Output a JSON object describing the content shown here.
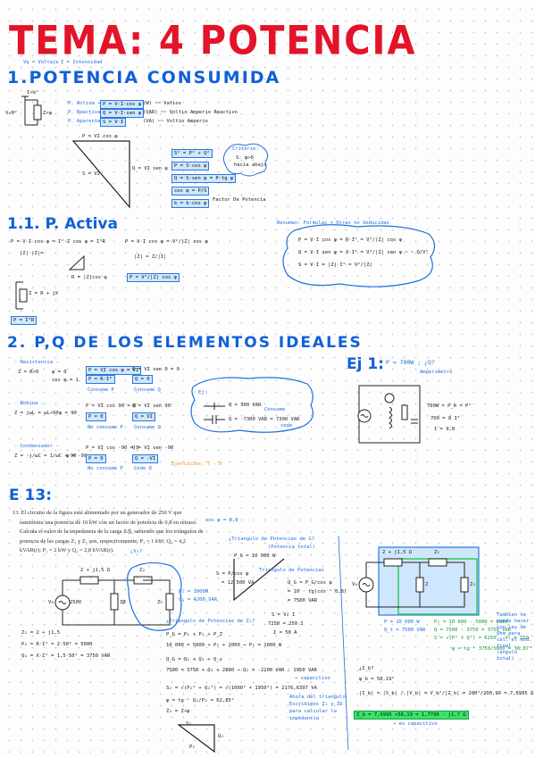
{
  "title": "TEMA: 4 POTENCIA",
  "s1": {
    "heading": "1.POTENCIA CONSUMIDA",
    "sub_labels": [
      "Vq = Voltaje",
      "I = Intensidad"
    ],
    "circuit_label_v": "V∠θ°",
    "circuit_label_z": "Z∠φ",
    "circuit_label_i": "I∠α°",
    "box_active": "P = V·I·cos φ",
    "box_reactive": "Q = V·I·sen φ",
    "box_apparent": "S = V·I",
    "label_active": "P. Activa →",
    "label_reactive": "P. Reactiva →",
    "label_apparent": "P. Aparente →",
    "unit_w": "(W) ~~ Vatios",
    "unit_var": "(VAR) ~~ Voltio Amperio Reactivo",
    "unit_va": "(VA) ~~ Voltio Amperio",
    "tri_top": "P = VI cos φ",
    "tri_side": "Q = VI sen φ",
    "tri_hyp": "S = VI",
    "b1": "S² = P² + Q²",
    "b2": "P = S·cos φ",
    "b3": "Q = S·sen φ = P·tg φ",
    "b4": "cos φ = P/S",
    "b5": "k = k·cos φ",
    "factor": "Factor De Potencia",
    "criterio": "Criterio:",
    "criterio_a": "S: φ>0",
    "criterio_b": "hacia abajo"
  },
  "s11": {
    "heading": "1.1. P. Activa",
    "f1": "P = V·I cos φ = I²·Z cos φ = I²R",
    "f2": "P = V·I cos φ = V²/|Z| cos φ",
    "f3": "|Z| = Z/|I|",
    "mid": "|Z|·|Z|=",
    "r_cos": "R = |Z|cos φ",
    "box_p_r": "P = I²R",
    "box_p_v": "P = V²/|Z| cos φ",
    "z_eq": "Z = R + jX",
    "resumen": "Resumen: Formulas + Otras no deducidas",
    "cl1": "P = V·I cos φ = R·I² = V²/|Z| cos φ",
    "cl2": "Q = V·I sen φ = X·I² = V²/|Z| sen φ ~ ~ Q/V²",
    "cl3": "S = V·I = |Z|·I² = V²/|Z|"
  },
  "s2": {
    "heading": "2. P,Q DE LOS ELEMENTOS IDEALES",
    "res_label": "- Resistencia -",
    "res_eq": "Z = R∠0",
    "res_phi": "φ = 0",
    "res_cos": "cos φ = 1",
    "res_b1": "P = VI cos φ = VI",
    "res_b2": "P = R·I²",
    "res_q": "Q = VI sen 0 = 0",
    "res_b3": "Q = 0",
    "res_c1": "Consume P",
    "res_c2": "Consume Q",
    "bob_label": "- Bobina -",
    "bob_eq": "Z = jωL = ωL∠90",
    "bob_phi": "φ = 90",
    "bob_p": "P = VI cos 90 = 0",
    "bob_b1": "P = 0",
    "bob_q": "Q = VI sen 90",
    "bob_b2": "Q = VI",
    "bob_c1": "No consume P",
    "bob_c2": "Consume Q",
    "con_label": "- Condensador -",
    "con_eq": "Z = -j/ωC = 1/ωC ∠-90",
    "con_phi": "φ = -90",
    "con_p": "P = VI cos -90 = 0",
    "con_b1": "P = 0",
    "con_q": "Q = VI sen -90",
    "con_b2": "Q = -VI",
    "con_c1": "No consume P",
    "con_c2": "Cede Q",
    "ejercicios": "Ejercicios: 7 - 9",
    "cloud_title": "Ej:",
    "cloud_l1": "Q = 300 VAR",
    "cloud_l1b": "Consume",
    "cloud_l2": "Q = -7300 VAR = 7300 VAR",
    "cloud_l2b": "cede"
  },
  "ej1": {
    "heading": "Ej 1:",
    "text": "P = 700W ; ¿Q?",
    "note": "Amperimetro",
    "f1": "700W = P_R = P²",
    "f2": "700 = 8 I²",
    "f3": "I = 9,8"
  },
  "e13": {
    "heading": "E 13:",
    "problem_lines": [
      "13. El circuito de la figura está alimentado por un generador de 250 V que",
      "suministra una potencia de 10 kW con un factor de potencia de 0,8 en retraso.",
      "Calcula el valor de la impedancia de la carga Z/β, sabiendo que los triángulos de",
      "potencia de las cargas Z₁ y Z₂ son, respectivamente: P₁ = 1 kW; Q₁ = 4,2",
      "kVAR(r); P₂ = 2 kW y Q₂ = 2,8 kVAR(r)."
    ],
    "tag_v": "¿V₀?",
    "cos_note": "cos φ = 0,8",
    "c_z": "2 + j1,5 Ω",
    "c_z2": "Z₂",
    "c_vg": "V₀",
    "c_250": "250V",
    "c_zb": "Zβ",
    "c_z1": "Z₁",
    "c_note1": "P₁ = 1000W",
    "c_note2": "Q₁ = 4200 VAR",
    "tri1_title": "¿Triangulo de Potencias de G?",
    "tri1_sub": "(Potencia total)",
    "tri1_p": "P_G = 10 000 W",
    "tri1_s": "S = P/cos φ",
    "tri1_q": "Q = 7500 VAR",
    "tri1_sv": "= 12 500 VA",
    "tri1_note": "Triangulo de Potencias",
    "tri1_qg": "Q_G = P_G/cos φ",
    "tri1_qg2": "= 10 · tg(cos⁻¹ 0,8)",
    "tri1_qg3": "= 7500 VAR",
    "sv1": "S = V₀ I",
    "sv2": "7250 = 250 I",
    "sv3": "I = 50 A",
    "l1": "Z₁ = 2 + j1,5",
    "l2": "P₁ = R·I² = 2·50² = 5000",
    "l3": "Q₁ = X·I² = 1,5·50² = 3750 VAR",
    "tri2_title": "¿Triangulo de Potencias de Z₂?",
    "m1": "P_G = P₁ + P₂ + P_Z",
    "m2": "10 000 = 5000 + P₂ + 2000 → P₂ = 1000 W",
    "m3": "Q_G = Q₁ + Q₂ + Q_z",
    "m4": "7500 = 3750 + Q₂ + 2800 → Q₂ = -2100 VAR : 1950 VAR",
    "m4b": "→ capacitivo",
    "m5": "S₂ = √(P₂² + Q₂²) = √(1000² + 1950²) = 2176,6397 VA",
    "m6": "φ = tg⁻¹ Q₂/P₂ = 62,85°",
    "m7": "Z₂ = Z∠φ",
    "tri2_s": "S₂",
    "tri2_q": "Q₂",
    "tri2_p": "P₂",
    "note_b1": "Ahora del triangulo",
    "note_b2": "Escribimos Z₂ y Zb",
    "note_b3": "para calcular la",
    "note_b4": "impedancia",
    "cr_z": "2 + j1,5 Ω",
    "cr_z1": "Z₁",
    "cr_zb": "Z",
    "cr_z2": "Z₂",
    "cr_vg": "V₀",
    "cr_l1": "P = 10 000 W",
    "cr_l2": "Q_t = 7500 VAR",
    "cr_r1": "P₂ = 10 000 - 5000 = 5000",
    "cr_r2": "Q = 7500 - 3750 = 3750 VAR",
    "cr_r3": "S = √(P² + Q²) = 6250 · V₂ = 250",
    "cr_r4": "φ = tg⁻¹ 3750/5000 = 36,87°",
    "side_note": "Tambien se puede hacer con Ley de Ohm para cal. el mod. final (angulo total)",
    "ib": "¿I_b?",
    "ib_phi": "φ_b = 58,19°",
    "ib_eq": "|I_b| = |S_b| / |V_b| = V_b²/|Z_b| = 200²/200,99 = 7,6995 Ω",
    "ib_final": "Z_b = 7,6995 ∠58,19 = 1,7799 - j1,7 Ω",
    "ib_note": "→ es capacitivo"
  }
}
